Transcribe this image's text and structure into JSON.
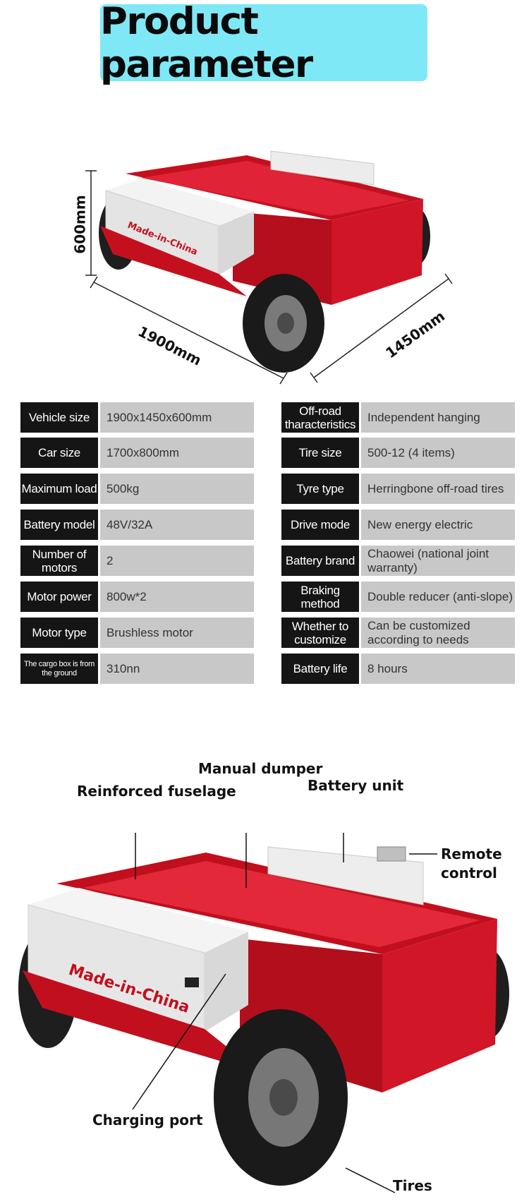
{
  "header": {
    "title": "Product parameter"
  },
  "dimensions": {
    "height": "600mm",
    "length": "1900mm",
    "width": "1450mm"
  },
  "vehicle_marking": "Made-in-China",
  "specs": {
    "left": [
      {
        "key": "Vehicle size",
        "value": "1900x1450x600mm"
      },
      {
        "key": "Car size",
        "value": "1700x800mm"
      },
      {
        "key": "Maximum load",
        "value": "500kg"
      },
      {
        "key": "Battery model",
        "value": "48V/32A"
      },
      {
        "key": "Number of motors",
        "value": "2"
      },
      {
        "key": "Motor power",
        "value": "800w*2"
      },
      {
        "key": "Motor type",
        "value": "Brushless  motor"
      },
      {
        "key": "The cargo box is from the ground",
        "value": "310nn"
      }
    ],
    "right": [
      {
        "key": "Off-road tharacteristics",
        "value": "Independent hanging"
      },
      {
        "key": "Tire size",
        "value": "500-12 (4 items)"
      },
      {
        "key": "Tyre type",
        "value": "Herringbone off-road tires"
      },
      {
        "key": "Drive mode",
        "value": "New energy electric"
      },
      {
        "key": "Battery brand",
        "value": "Chaowei (national joint warranty)"
      },
      {
        "key": "Braking method",
        "value": "Double reducer (anti-slope)"
      },
      {
        "key": "Whether to customize",
        "value": "Can be customized according to needs"
      },
      {
        "key": "Battery life",
        "value": "8 hours"
      }
    ]
  },
  "callouts": {
    "manual_dumper": "Manual dumper",
    "reinforced_fuselage": "Reinforced fuselage",
    "battery_unit": "Battery unit",
    "remote_control_1": "Remote",
    "remote_control_2": "control",
    "charging_port": "Charging port",
    "tires": "Tires"
  },
  "colors": {
    "banner": "#7fe8f7",
    "cargo_red": "#d4182a",
    "box_white": "#e9e9e9",
    "key_cell": "#151515",
    "value_cell": "#c8c8c8"
  }
}
